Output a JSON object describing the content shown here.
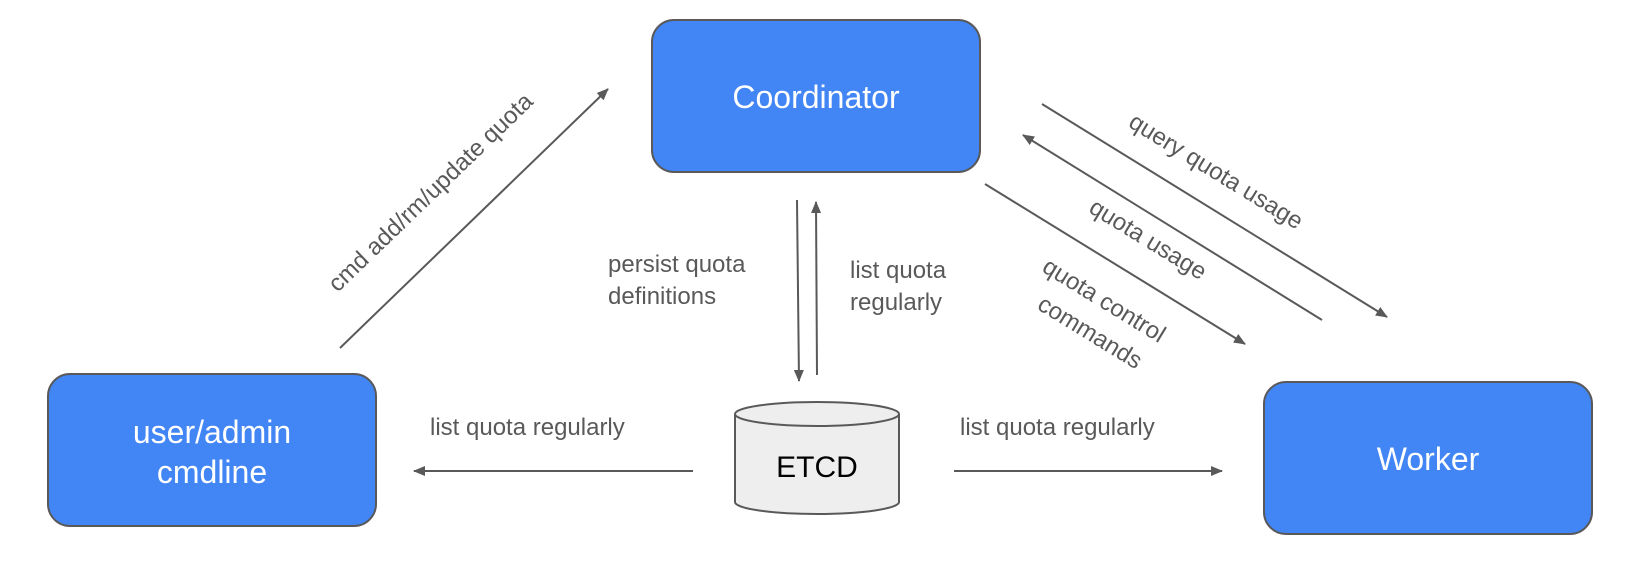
{
  "colors": {
    "box_fill": "#4285f4",
    "box_text": "#ffffff",
    "stroke": "#595959",
    "label_text": "#595959",
    "db_fill": "#eeeeee",
    "db_text": "#000000",
    "background": "#ffffff"
  },
  "nodes": {
    "coordinator": {
      "label": "Coordinator"
    },
    "user_admin": {
      "line1": "user/admin",
      "line2": "cmdline"
    },
    "worker": {
      "label": "Worker"
    },
    "etcd": {
      "label": "ETCD",
      "shape": "database-cylinder"
    }
  },
  "edges": {
    "cmd_to_coordinator": {
      "label": "cmd add/rm/update quota"
    },
    "persist": {
      "line1": "persist quota",
      "line2": "definitions"
    },
    "list_from_etcd": {
      "line1": "list quota",
      "line2": "regularly"
    },
    "etcd_to_user": {
      "label": "list quota regularly"
    },
    "etcd_to_worker": {
      "label": "list quota regularly"
    },
    "query_usage": {
      "label": "query quota usage"
    },
    "quota_usage": {
      "label": "quota usage"
    },
    "control_commands": {
      "line1": "quota control",
      "line2": "commands"
    }
  }
}
